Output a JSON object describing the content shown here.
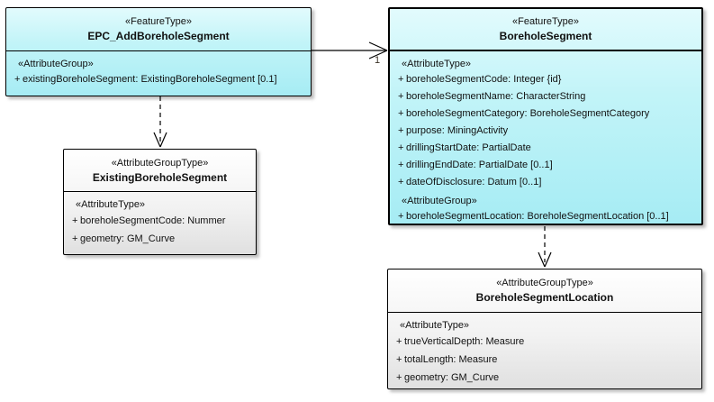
{
  "colors": {
    "feature_type_fill_top": "#e2fbfd",
    "feature_type_fill_bottom": "#a6ecf4",
    "group_type_fill_top": "#ffffff",
    "group_type_fill_bottom": "#e0e0e0",
    "border": "#000000",
    "text": "#111111",
    "canvas": "#ffffff"
  },
  "connector": {
    "multiplicity": "1"
  },
  "boxes": {
    "epc": {
      "stereotype": "«FeatureType»",
      "name": "EPC_AddBoreholeSegment",
      "sections": [
        {
          "heading": "«AttributeGroup»",
          "rows": [
            {
              "vis": "+",
              "text": "existingBoreholeSegment: ExistingBoreholeSegment [0.1]"
            }
          ]
        }
      ]
    },
    "borehole_segment": {
      "stereotype": "«FeatureType»",
      "name": "BoreholeSegment",
      "sections": [
        {
          "heading": "«AttributeType»",
          "rows": [
            {
              "vis": "+",
              "text": "boreholeSegmentCode: Integer {id}"
            },
            {
              "vis": "+",
              "text": "boreholeSegmentName: CharacterString"
            },
            {
              "vis": "+",
              "text": "boreholeSegmentCategory: BoreholeSegmentCategory"
            },
            {
              "vis": "+",
              "text": "purpose: MiningActivity"
            },
            {
              "vis": "+",
              "text": "drillingStartDate: PartialDate"
            },
            {
              "vis": "+",
              "text": "drillingEndDate: PartialDate [0..1]"
            },
            {
              "vis": "+",
              "text": "dateOfDisclosure: Datum [0..1]"
            }
          ]
        },
        {
          "heading": "«AttributeGroup»",
          "rows": [
            {
              "vis": "+",
              "text": "boreholeSegmentLocation: BoreholeSegmentLocation [0..1]"
            }
          ]
        }
      ]
    },
    "existing_borehole_segment": {
      "stereotype": "«AttributeGroupType»",
      "name": "ExistingBoreholeSegment",
      "sections": [
        {
          "heading": "«AttributeType»",
          "rows": [
            {
              "vis": "+",
              "text": "boreholeSegmentCode: Nummer"
            },
            {
              "vis": "+",
              "text": "geometry: GM_Curve"
            }
          ]
        }
      ]
    },
    "borehole_segment_location": {
      "stereotype": "«AttributeGroupType»",
      "name": "BoreholeSegmentLocation",
      "sections": [
        {
          "heading": "«AttributeType»",
          "rows": [
            {
              "vis": "+",
              "text": "trueVerticalDepth: Measure"
            },
            {
              "vis": "+",
              "text": "totalLength: Measure"
            },
            {
              "vis": "+",
              "text": "geometry: GM_Curve"
            }
          ]
        }
      ]
    }
  }
}
